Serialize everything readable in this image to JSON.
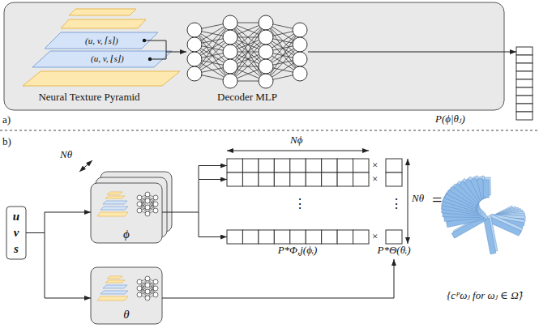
{
  "diagram": {
    "nodes": [
      {
        "text": [
          "Neural Texture Pyramid",
          "Decoder MLP"
        ]
      },
      {
        "text": [
          "P(ϕ|θⱼ)"
        ]
      },
      {
        "text": [
          "u v s"
        ]
      },
      {
        "text": [
          "ϕ"
        ]
      },
      {
        "text": [
          "θ"
        ]
      },
      {
        "text": [
          "P*Φ,j(ϕᵢ)"
        ]
      },
      {
        "text": [
          "P*Θ(θᵢ)"
        ]
      },
      {
        "text": [
          "{cᴾωⱼ for ωⱼ ∈ Ω̂}"
        ]
      }
    ],
    "edges": [
      {
        "from": 0,
        "to": 1,
        "arrow": "to"
      },
      {
        "from": 2,
        "to": 3,
        "arrow": "to"
      },
      {
        "from": 2,
        "to": 4,
        "arrow": "to"
      },
      {
        "from": 3,
        "to": 5,
        "arrow": "to"
      },
      {
        "from": 4,
        "to": 6,
        "arrow": "to"
      }
    ],
    "labels": [
      "a)",
      "(u, v, ⌈s⌉)",
      "(u, v, ⌊s⌋)",
      "b)",
      "Nθ",
      "Nϕ",
      "×",
      "×",
      "×",
      "⋮",
      "⋮",
      "Nθ",
      "="
    ]
  }
}
